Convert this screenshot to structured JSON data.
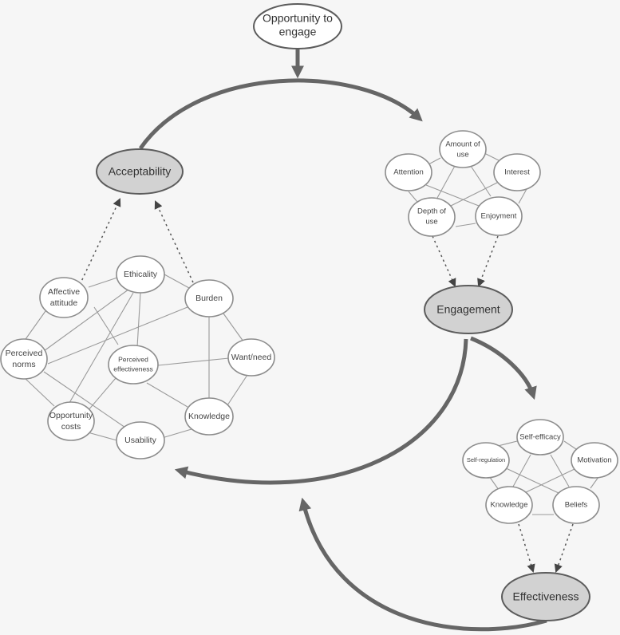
{
  "top_node": [
    "Opportunity to",
    "engage"
  ],
  "main_nodes": {
    "acceptability": "Acceptability",
    "engagement": "Engagement",
    "effectiveness": "Effectiveness"
  },
  "acceptability_nodes": {
    "affective_attitude": [
      "Affective",
      "attitude"
    ],
    "ethicality": [
      "Ethicality"
    ],
    "burden": [
      "Burden"
    ],
    "perceived_norms": [
      "Perceived",
      "norms"
    ],
    "perceived_effectiveness": [
      "Perceived",
      "effectiveness"
    ],
    "want_need": [
      "Want/need"
    ],
    "opportunity_costs": [
      "Opportunity",
      "costs"
    ],
    "knowledge": [
      "Knowledge"
    ],
    "usability": [
      "Usability"
    ]
  },
  "engagement_nodes": {
    "amount_of_use": [
      "Amount of",
      "use"
    ],
    "attention": [
      "Attention"
    ],
    "interest": [
      "Interest"
    ],
    "depth_of_use": [
      "Depth of",
      "use"
    ],
    "enjoyment": [
      "Enjoyment"
    ]
  },
  "effectiveness_nodes": {
    "self_efficacy": [
      "Self-efficacy"
    ],
    "self_regulation": [
      "Self-regulation"
    ],
    "motivation": [
      "Motivation"
    ],
    "knowledge": [
      "Knowledge"
    ],
    "beliefs": [
      "Beliefs"
    ]
  }
}
